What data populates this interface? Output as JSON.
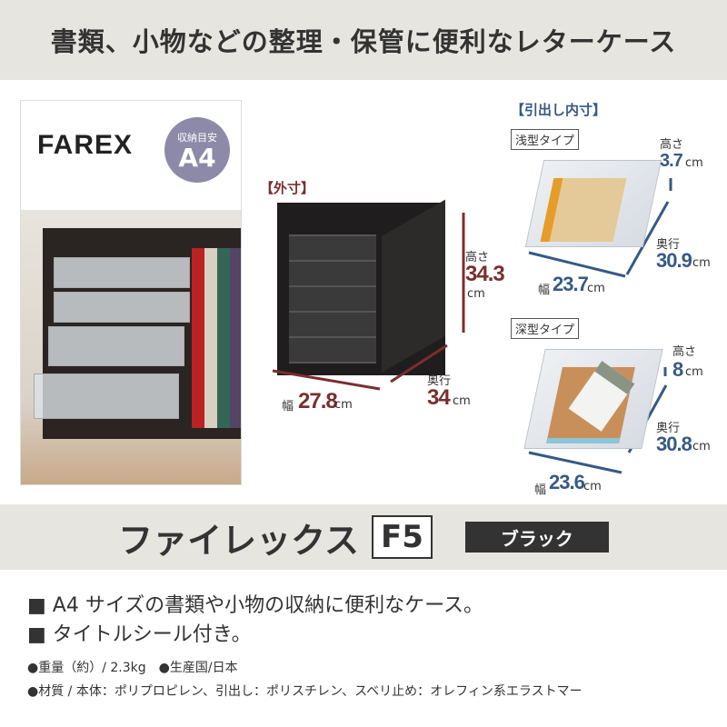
{
  "headline": "書類、小物などの整理・保管に便利なレターケース",
  "photo": {
    "brand_logo": "FAREX",
    "badge_small": "収納目安",
    "badge_big": "A4"
  },
  "outer": {
    "label": "【外寸】",
    "height_label": "高さ",
    "height": "34.3",
    "width_label": "幅",
    "width": "27.8",
    "depth_label": "奥行",
    "depth": "34",
    "unit": "cm",
    "color": "#7a2e2e"
  },
  "inner": {
    "label": "【引出し内寸】",
    "color": "#355a85",
    "shallow": {
      "type": "浅型タイプ",
      "height_label": "高さ",
      "height": "3.7",
      "depth_label": "奥行",
      "depth": "30.9",
      "width_label": "幅",
      "width": "23.7",
      "unit": "cm"
    },
    "deep": {
      "type": "深型タイプ",
      "height_label": "高さ",
      "height": "8",
      "depth_label": "奥行",
      "depth": "30.8",
      "width_label": "幅",
      "width": "23.6",
      "unit": "cm"
    }
  },
  "product": {
    "name": "ファイレックス",
    "model": "F5",
    "color": "ブラック"
  },
  "features": [
    "■ A4 サイズの書類や小物の収納に便利なケース。",
    "■ タイトルシール付き。"
  ],
  "specs": [
    "●重量（約）/ 2.3kg　●生産国/日本",
    "●材質 / 本体：ポリプロピレン、引出し：ポリスチレン、スベリ止め：オレフィン系エラストマー"
  ]
}
